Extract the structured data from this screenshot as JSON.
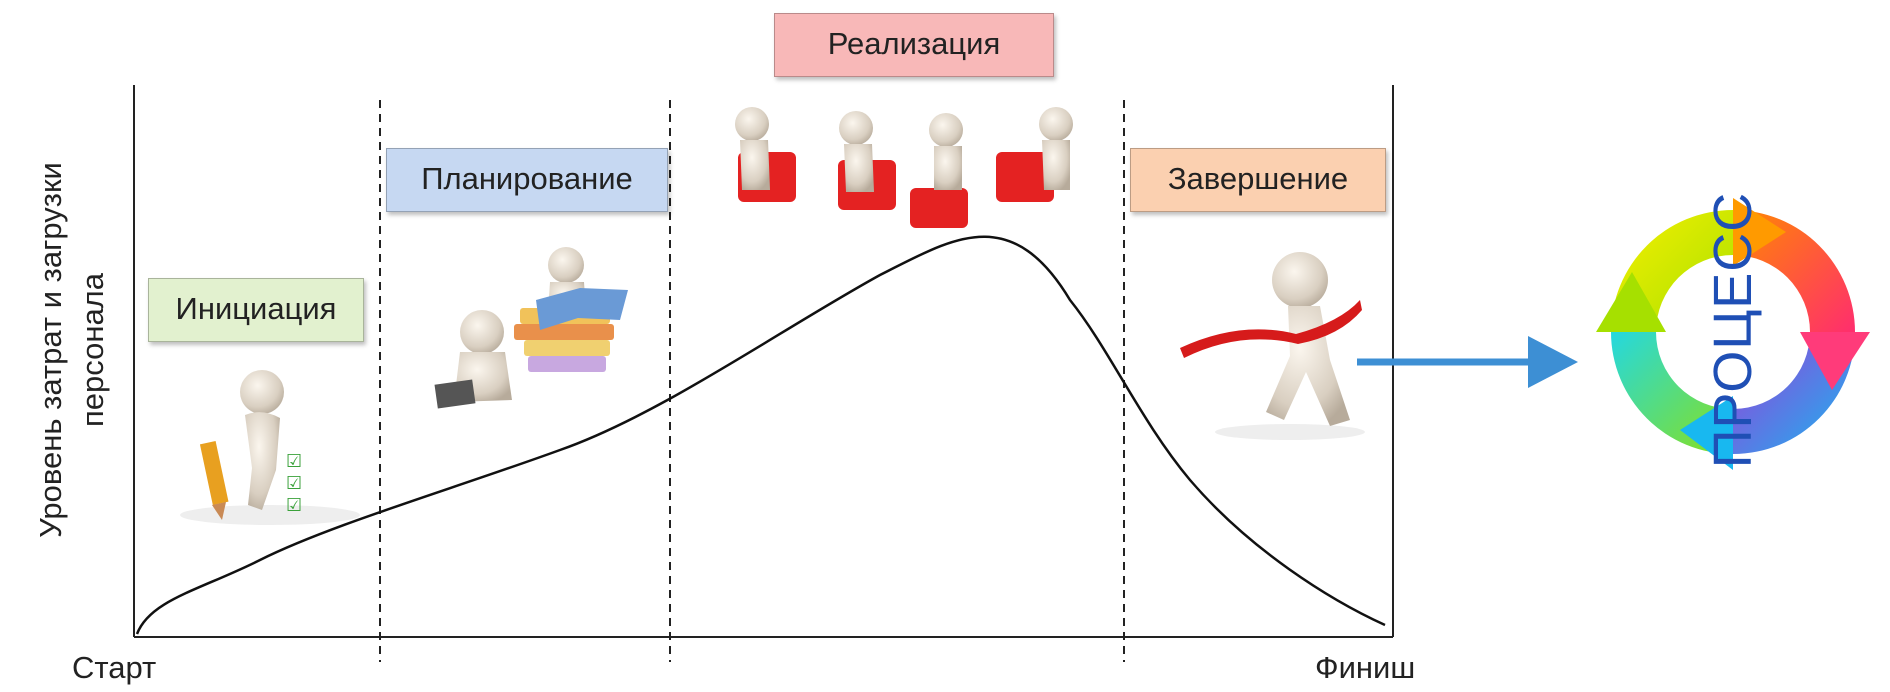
{
  "axis": {
    "y_label_line1": "Уровень затрат и загрузки",
    "y_label_line2": "персонала",
    "start_label": "Старт",
    "finish_label": "Финиш"
  },
  "phases": [
    {
      "label": "Инициация",
      "color": "#e2f1cf"
    },
    {
      "label": "Планирование",
      "color": "#c6d8f2"
    },
    {
      "label": "Реализация",
      "color": "#f8b8b8"
    },
    {
      "label": "Завершение",
      "color": "#fbd0b0"
    }
  ],
  "process": {
    "label": "ПРОЦЕСС",
    "text_color": "#1f4fb5",
    "arrow_color": "#3d8fd4"
  }
}
